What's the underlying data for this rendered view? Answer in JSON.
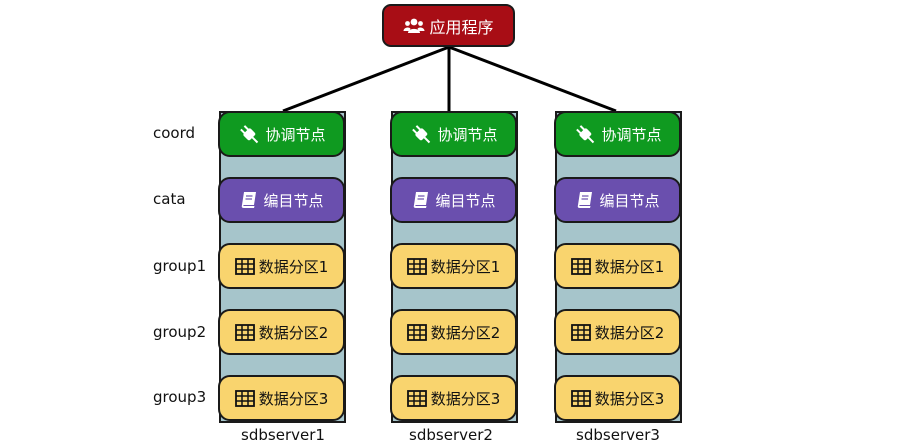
{
  "app": {
    "label": "应用程序",
    "icon": "users-icon",
    "color": "#a80d15"
  },
  "row_labels": [
    "coord",
    "cata",
    "group1",
    "group2",
    "group3"
  ],
  "servers": [
    {
      "name": "sdbserver1",
      "nodes": [
        "协调节点",
        "编目节点",
        "数据分区1",
        "数据分区2",
        "数据分区3"
      ]
    },
    {
      "name": "sdbserver2",
      "nodes": [
        "协调节点",
        "编目节点",
        "数据分区1",
        "数据分区2",
        "数据分区3"
      ]
    },
    {
      "name": "sdbserver3",
      "nodes": [
        "协调节点",
        "编目节点",
        "数据分区1",
        "数据分区2",
        "数据分区3"
      ]
    }
  ],
  "icons": {
    "coord": "plug-icon",
    "cata": "book-icon",
    "group": "table-icon"
  },
  "colors": {
    "coord": "#0f9a20",
    "cata": "#6a4fae",
    "group": "#f9d46e",
    "server_column": "#a6c5cb"
  }
}
